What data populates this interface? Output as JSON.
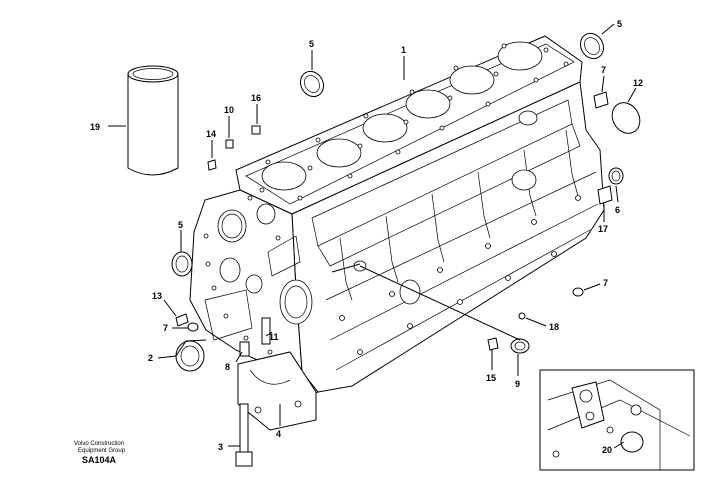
{
  "credit": {
    "line1": "Volvo Construction",
    "line2": "Equipment Group",
    "code": "SA104A"
  },
  "callouts": [
    {
      "id": "c19a",
      "label": "19"
    },
    {
      "id": "c5a",
      "label": "5"
    },
    {
      "id": "c1",
      "label": "1"
    },
    {
      "id": "c5b",
      "label": "5"
    },
    {
      "id": "c7a",
      "label": "7"
    },
    {
      "id": "c12",
      "label": "12"
    },
    {
      "id": "c10",
      "label": "10"
    },
    {
      "id": "c16",
      "label": "16"
    },
    {
      "id": "c14",
      "label": "14"
    },
    {
      "id": "c6",
      "label": "6"
    },
    {
      "id": "c17",
      "label": "17"
    },
    {
      "id": "c5c",
      "label": "5"
    },
    {
      "id": "c7b",
      "label": "7"
    },
    {
      "id": "c13",
      "label": "13"
    },
    {
      "id": "c7c",
      "label": "7"
    },
    {
      "id": "c18",
      "label": "18"
    },
    {
      "id": "c2",
      "label": "2"
    },
    {
      "id": "c11",
      "label": "11"
    },
    {
      "id": "c8",
      "label": "8"
    },
    {
      "id": "c15",
      "label": "15"
    },
    {
      "id": "c9",
      "label": "9"
    },
    {
      "id": "c3",
      "label": "3"
    },
    {
      "id": "c4",
      "label": "4"
    },
    {
      "id": "c20",
      "label": "20"
    }
  ]
}
